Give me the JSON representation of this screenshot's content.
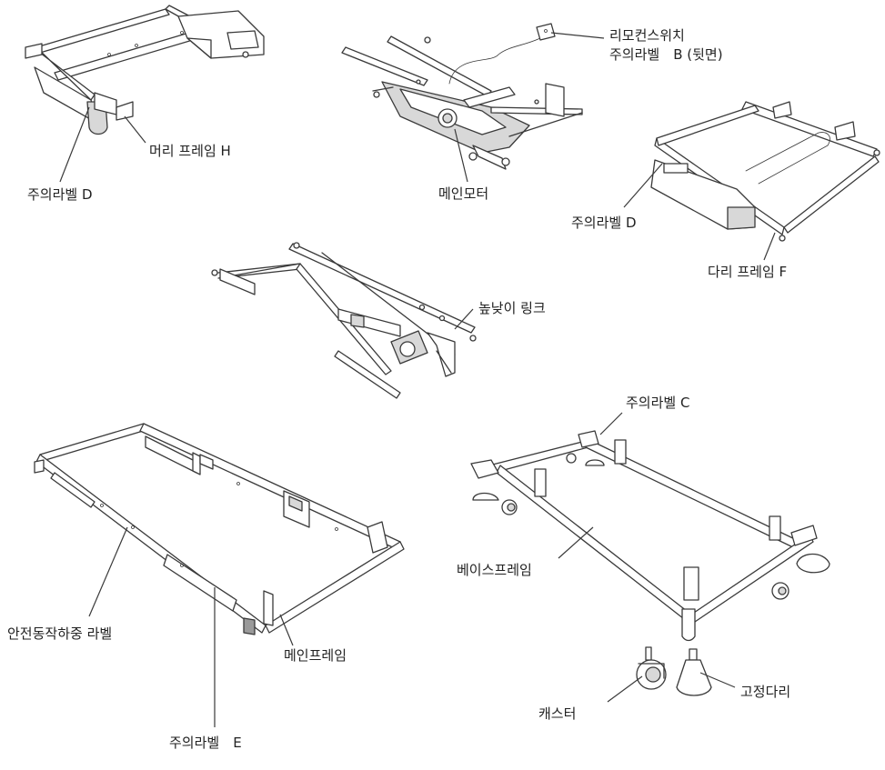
{
  "diagram": {
    "parts": [
      {
        "id": "head_frame",
        "label": "머리 프레임 H",
        "icon": "head-frame-illustration"
      },
      {
        "id": "caution_d_left",
        "label": "주의라벨 D",
        "icon": "caution-label-marker"
      },
      {
        "id": "remote_switch",
        "label": "리모컨스위치",
        "icon": "remote-switch-illustration"
      },
      {
        "id": "caution_b",
        "label": "주의라벨　B (뒷면)",
        "icon": "caution-label-marker"
      },
      {
        "id": "main_motor",
        "label": "메인모터",
        "icon": "main-motor-illustration"
      },
      {
        "id": "caution_d_right",
        "label": "주의라벨 D",
        "icon": "caution-label-marker"
      },
      {
        "id": "leg_frame",
        "label": "다리 프레임 F",
        "icon": "leg-frame-illustration"
      },
      {
        "id": "height_link",
        "label": "높낮이 링크",
        "icon": "height-link-illustration"
      },
      {
        "id": "caution_c",
        "label": "주의라벨 C",
        "icon": "caution-label-marker"
      },
      {
        "id": "base_frame",
        "label": "베이스프레임",
        "icon": "base-frame-illustration"
      },
      {
        "id": "safety_load",
        "label": "안전동작하중 라벨",
        "icon": "safety-label-marker"
      },
      {
        "id": "main_frame",
        "label": "메인프레임",
        "icon": "main-frame-illustration"
      },
      {
        "id": "caution_e",
        "label": "주의라벨　E",
        "icon": "caution-label-marker"
      },
      {
        "id": "caster",
        "label": "캐스터",
        "icon": "caster-illustration"
      },
      {
        "id": "fixed_leg",
        "label": "고정다리",
        "icon": "fixed-leg-illustration"
      }
    ],
    "colors": {
      "line": "#3a3a3a",
      "text": "#222222",
      "background": "#ffffff"
    }
  }
}
